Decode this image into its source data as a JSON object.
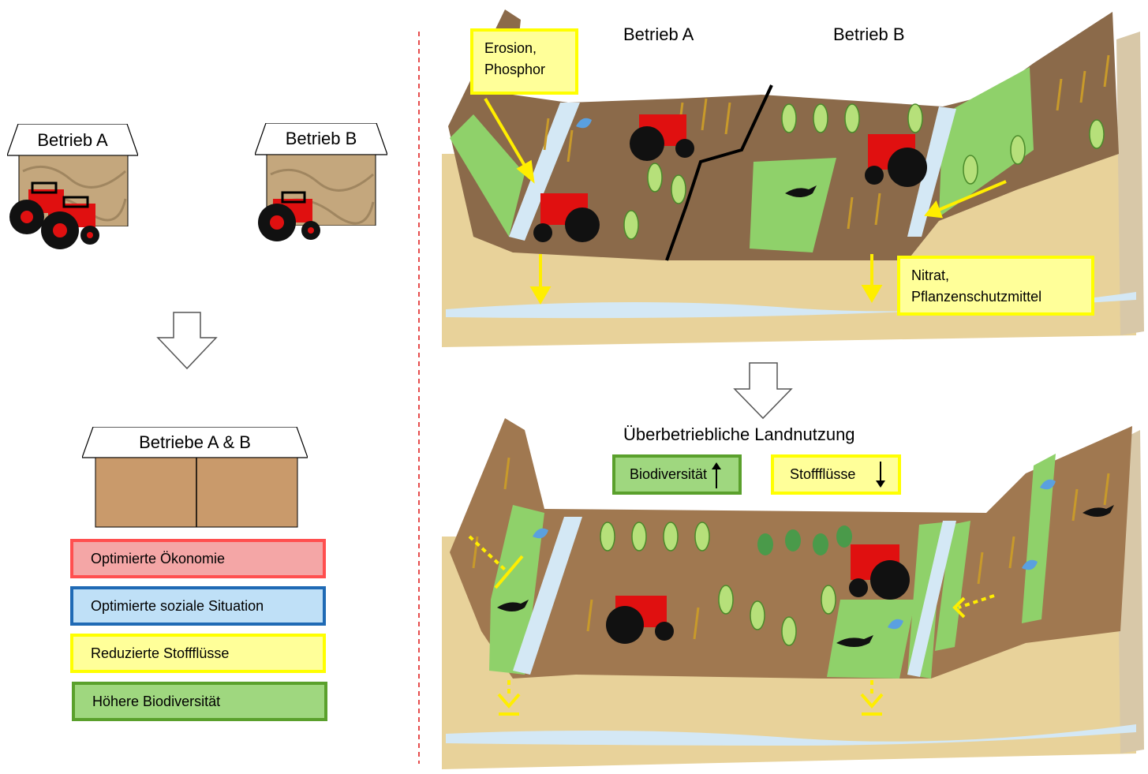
{
  "left": {
    "farm_a_label": "Betrieb A",
    "farm_b_label": "Betrieb B",
    "merged_label": "Betriebe A & B",
    "outcomes": [
      {
        "label": "Optimierte Ökonomie",
        "fill": "#f4a6a6",
        "border": "#ff4f4f"
      },
      {
        "label": "Optimierte soziale Situation",
        "fill": "#bfe0f7",
        "border": "#1f6ab5"
      },
      {
        "label": "Reduzierte Stoffflüsse",
        "fill": "#ffff99",
        "border": "#ffff00"
      },
      {
        "label": "Höhere Biodiversität",
        "fill": "#9fd77f",
        "border": "#5aa02c"
      }
    ]
  },
  "top_landscape": {
    "farm_a_label": "Betrieb A",
    "farm_b_label": "Betrieb B",
    "erosion_line1": "Erosion,",
    "erosion_line2": "Phosphor",
    "nitrat_line1": "Nitrat,",
    "nitrat_line2": "Pflanzenschutzmittel"
  },
  "bottom_landscape": {
    "title": "Überbetriebliche Landnutzung",
    "biodiv_label": "Biodiversität",
    "stoff_label": "Stoffflüsse"
  },
  "colors": {
    "soil_dark": "#8b6a4a",
    "soil_light": "#e8d29a",
    "grass": "#8fd16a",
    "water": "#d4e8f5",
    "arrow_yellow": "#ffee00",
    "tractor_red": "#e01010",
    "divider_red": "#e02020"
  }
}
